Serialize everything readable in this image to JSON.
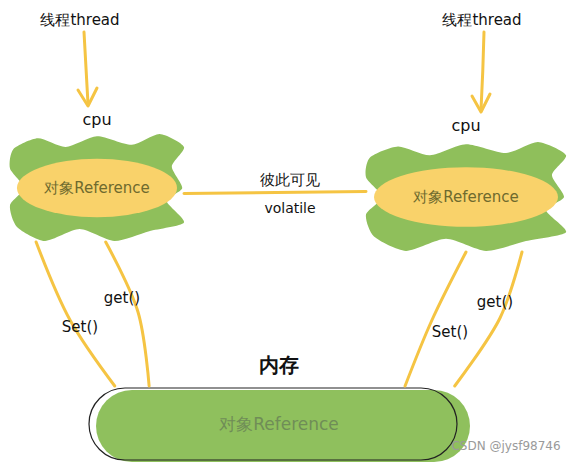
{
  "diagram": {
    "nodes": [
      {
        "text": [
          "cpu",
          "对象Reference"
        ]
      },
      {
        "text": [
          "cpu",
          "对象Reference"
        ]
      },
      {
        "text": [
          "内存",
          "对象Reference"
        ]
      }
    ],
    "edges": [
      {
        "from": 0,
        "to": 1,
        "arrow": "none",
        "label": "彼此可见"
      },
      {
        "from": 0,
        "to": 2,
        "arrow": "none",
        "label": "get()"
      },
      {
        "from": 0,
        "to": 2,
        "arrow": "none",
        "label": "Set()"
      },
      {
        "from": 1,
        "to": 2,
        "arrow": "none",
        "label": "get()"
      },
      {
        "from": 1,
        "to": 2,
        "arrow": "none",
        "label": "Set()"
      }
    ],
    "labels": [
      "线程thread",
      "线程thread",
      "volatile",
      "CSDN @jysf98746"
    ]
  }
}
